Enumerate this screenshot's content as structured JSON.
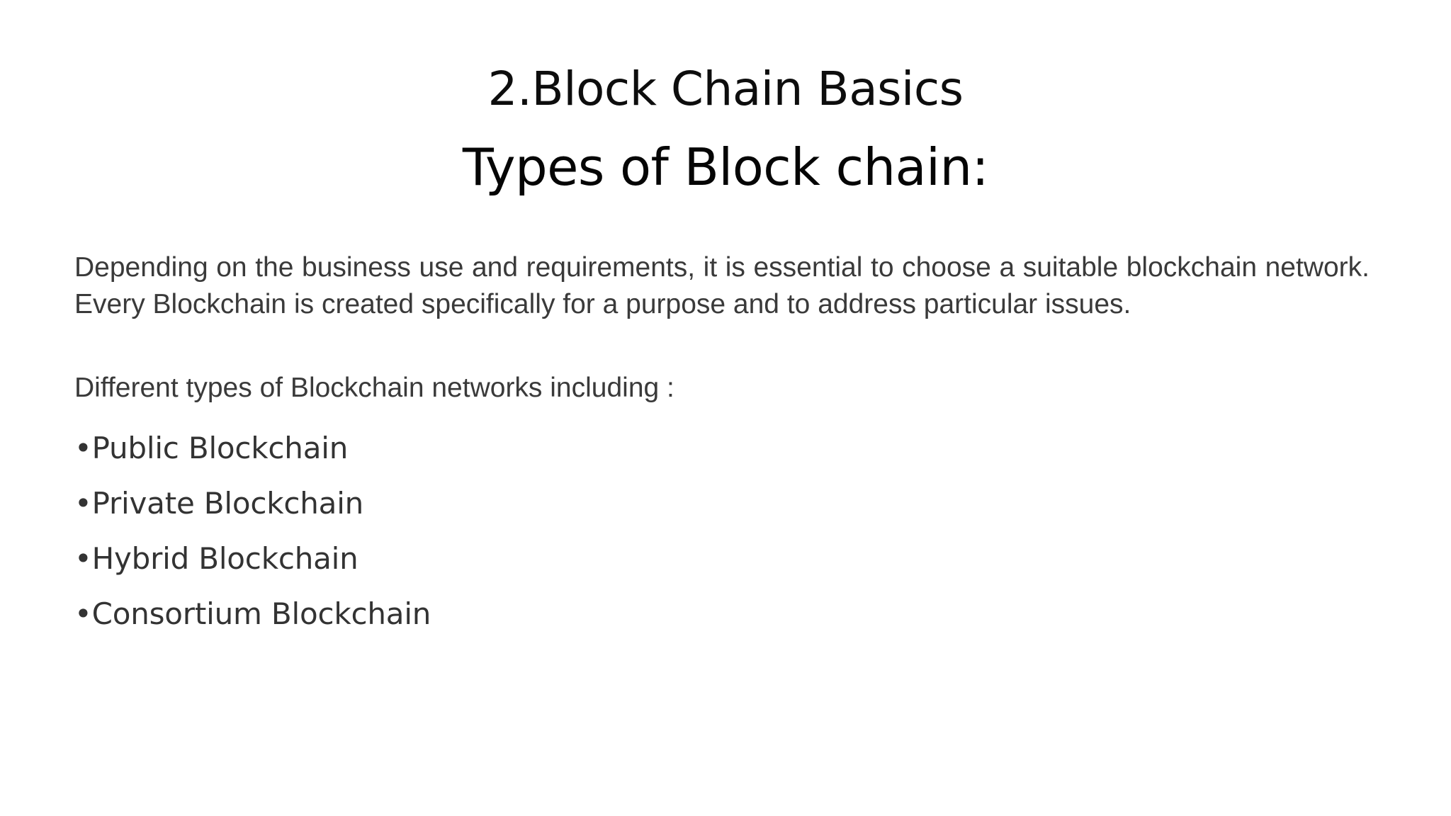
{
  "slide": {
    "title_line_1": "2.Block Chain Basics",
    "title_line_2": "Types of Block chain:",
    "paragraph": "Depending on the business use and requirements, it is essential to choose a suitable blockchain network. Every Blockchain is created specifically for a purpose and to address particular issues.",
    "lead_line": "Different types of Blockchain networks including :",
    "bullet_mark": "•",
    "bullets": [
      {
        "label": "Public Blockchain"
      },
      {
        "label": "Private Blockchain"
      },
      {
        "label": "Hybrid Blockchain"
      },
      {
        "label": "Consortium Blockchain"
      }
    ],
    "colors": {
      "background": "#ffffff",
      "title": "#0d0d0d",
      "heading": "#050505",
      "body_text": "#3a3a3a",
      "bullet_text": "#333333"
    }
  }
}
